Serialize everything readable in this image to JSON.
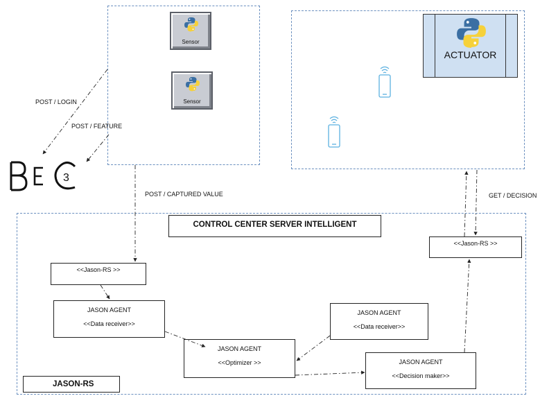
{
  "edges": {
    "post_login": "POST / LOGIN",
    "post_feature": "POST / FEATURE",
    "post_captured": "POST / CAPTURED VALUE",
    "get_decision": "GET / DECISION"
  },
  "sensors": [
    {
      "label": "Sensor"
    },
    {
      "label": "Sensor"
    }
  ],
  "actuator": {
    "label": "ACTUATOR"
  },
  "logo": {
    "text": "BEC3"
  },
  "server": {
    "title": "CONTROL CENTER SERVER INTELLIGENT",
    "footer": "JASON-RS",
    "jason_rs_in": "<<Jason-RS >>",
    "jason_rs_out": "<<Jason-RS >>",
    "agent_receiver_1": {
      "title": "JASON AGENT",
      "role": "<<Data receiver>>"
    },
    "agent_receiver_2": {
      "title": "JASON AGENT",
      "role": "<<Data receiver>>"
    },
    "agent_optimizer": {
      "title": "JASON AGENT",
      "role": "<<Optimizer >>"
    },
    "agent_decision": {
      "title": "JASON AGENT",
      "role": "<<Decision maker>>"
    }
  },
  "colors": {
    "region_border": "#6a8fbf",
    "actuator_fill": "#cfe0f2",
    "phone_color": "#5bb0e0"
  }
}
